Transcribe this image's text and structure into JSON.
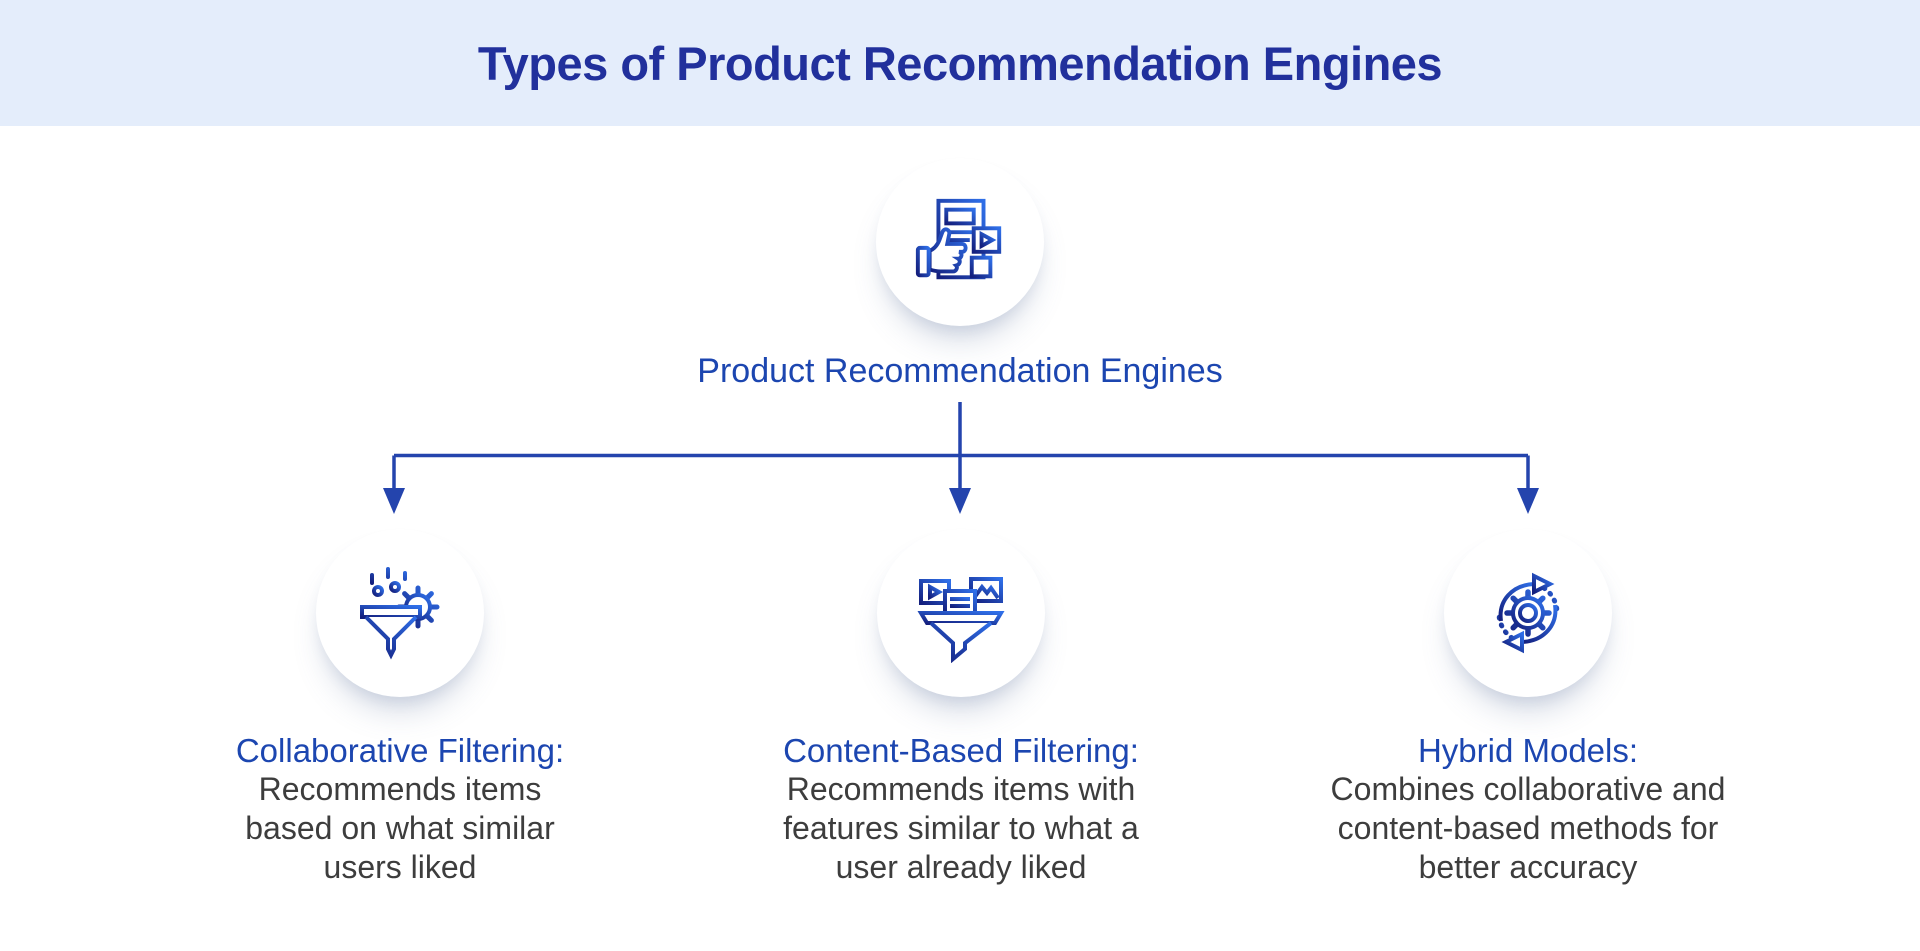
{
  "header": {
    "title": "Types of Product Recommendation Engines"
  },
  "root": {
    "label": "Product Recommendation Engines",
    "icon": "recommended-media-thumbs-up-icon"
  },
  "branches": [
    {
      "heading": "Collaborative Filtering:",
      "desc_lines": [
        "Recommends items",
        "based on what similar",
        "users liked"
      ],
      "icon": "funnel-gear-icon"
    },
    {
      "heading": "Content-Based Filtering:",
      "desc_lines": [
        "Recommends items with",
        "features similar to what a",
        "user already liked"
      ],
      "icon": "media-into-funnel-icon"
    },
    {
      "heading": "Hybrid Models:",
      "desc_lines": [
        "Combines collaborative and",
        "content-based methods for",
        "better accuracy"
      ],
      "icon": "cycle-gear-icon"
    }
  ],
  "colors": {
    "header_band_bg": "#e4edfb",
    "title_text": "#21309c",
    "label_blue": "#1c46b0",
    "body_text": "#3d3d3d",
    "connector": "#2444ad",
    "icon_gradient_dark": "#141f7d",
    "icon_gradient_light": "#2f6fe8",
    "circle_fill": "#ffffff"
  }
}
